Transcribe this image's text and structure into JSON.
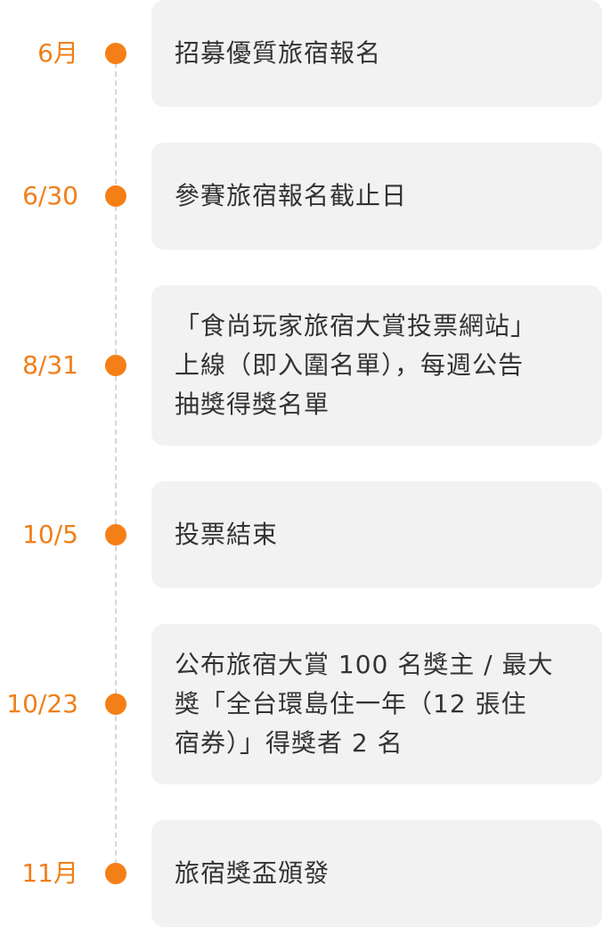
{
  "timeline": {
    "items": [
      {
        "date": "6月",
        "text": "招募優質旅宿報名"
      },
      {
        "date": "6/30",
        "text": "參賽旅宿報名截止日"
      },
      {
        "date": "8/31",
        "text": "「食尚玩家旅宿大賞投票網站」\n上線（即入圍名單），每週公告\n抽獎得獎名單"
      },
      {
        "date": "10/5",
        "text": "投票結束"
      },
      {
        "date": "10/23",
        "text": "公布旅宿大賞 100 名獎主 / 最大\n獎「全台環島住一年（12 張住\n宿券）」得獎者 2 名"
      },
      {
        "date": "11月",
        "text": "旅宿獎盃頒發"
      }
    ]
  }
}
